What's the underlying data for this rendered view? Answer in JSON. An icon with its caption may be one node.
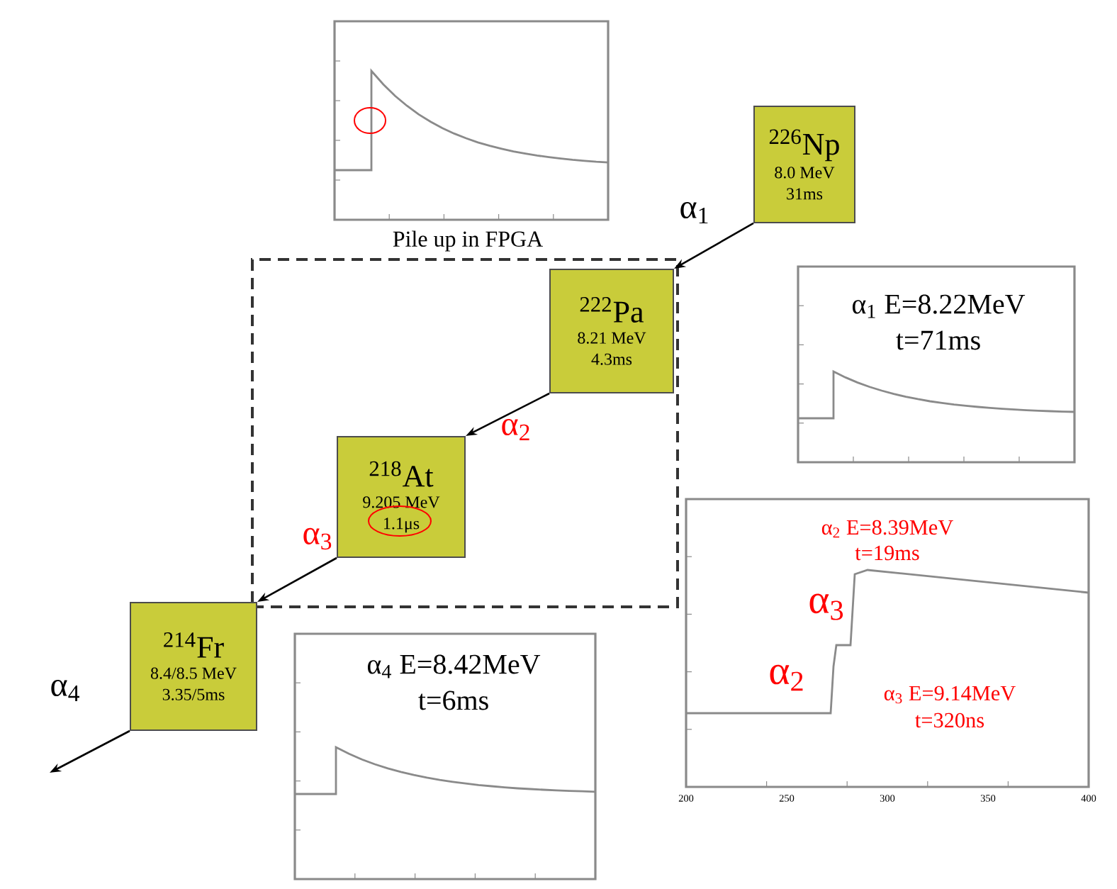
{
  "diagram": {
    "nodes": [
      {
        "text": [
          "$^{226}$Np",
          "8.0 MeV",
          "31ms"
        ]
      },
      {
        "text": [],
        "shape": "box"
      },
      {
        "text": [
          "$^{222}$Pa",
          "8.21 MeV",
          "4.3ms"
        ],
        "in": 1
      },
      {
        "text": [
          "$^{218}$At",
          "9.205 MeV",
          "1.1μs"
        ],
        "in": 1
      },
      {
        "text": [
          "$^{214}$Fr",
          "8.4/8.5 MeV",
          "3.35/5ms"
        ]
      }
    ],
    "edges": [
      {
        "from": 0,
        "to": 2,
        "arrow": "to",
        "label": "α$_{1}$"
      },
      {
        "from": 2,
        "to": 3,
        "arrow": "to",
        "label": "α$_{2}$"
      },
      {
        "from": 3,
        "to": 4,
        "arrow": "to",
        "label": "α$_{3}$"
      },
      {
        "from": 4,
        "to": null,
        "arrow": "to",
        "label": "α$_{4}$"
      }
    ],
    "labels": [
      "Pile up in FPGA",
      "α$_{1}$ E=8.22MeV",
      "t=71ms",
      "α$_{2}$ E=8.39MeV",
      "t=19ms",
      "α$_{3}$",
      "α$_{2}$",
      "α$_{3}$ E=9.14MeV",
      "t=320ns",
      "200",
      "250",
      "300",
      "350",
      "400",
      "α$_{4}$ E=8.42MeV",
      "t=6ms"
    ]
  }
}
